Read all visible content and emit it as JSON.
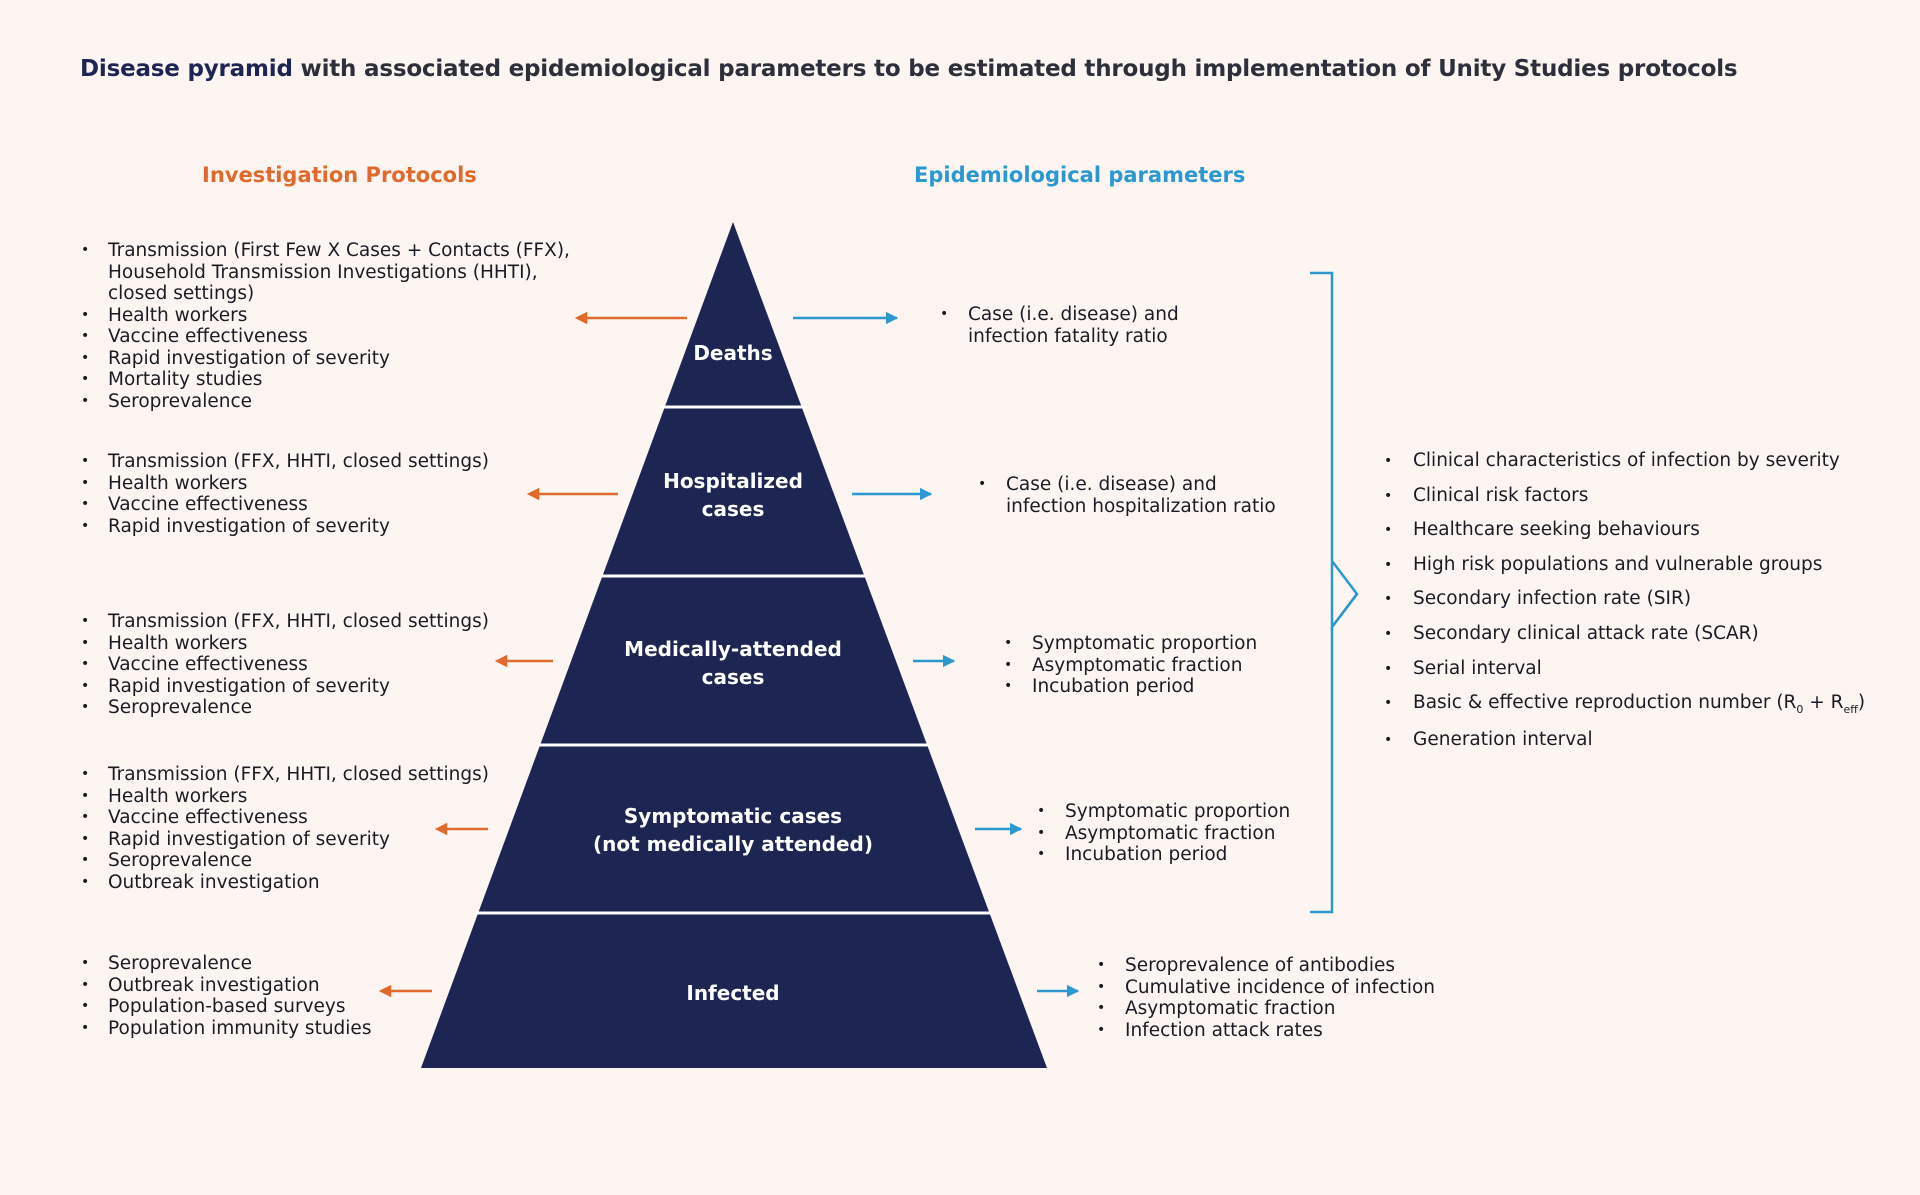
{
  "title": {
    "highlight": "Disease pyramid",
    "rest": " with associated epidemiological parameters to be estimated through implementation of Unity Studies protocols"
  },
  "headers": {
    "left": "Investigation Protocols",
    "right": "Epidemiological parameters"
  },
  "colors": {
    "background": "#fcf5f2",
    "pyramid": "#1d2553",
    "protocol_accent": "#e06a2c",
    "parameter_accent": "#2c98d0"
  },
  "tiers": [
    {
      "label_lines": [
        "Deaths"
      ],
      "protocols": [
        "Transmission (First Few X Cases + Contacts (FFX),",
        "Household Transmission Investigations (HHTI),",
        "closed settings)",
        "Health workers",
        "Vaccine effectiveness",
        "Rapid investigation of severity",
        "Mortality studies",
        "Seroprevalence"
      ],
      "parameters": [
        "Case (i.e. disease) and",
        "infection fatality ratio"
      ]
    },
    {
      "label_lines": [
        "Hospitalized",
        "cases"
      ],
      "protocols": [
        "Transmission (FFX, HHTI, closed settings)",
        "Health workers",
        "Vaccine effectiveness",
        "Rapid investigation of severity"
      ],
      "parameters": [
        "Case (i.e. disease) and",
        "infection hospitalization ratio"
      ]
    },
    {
      "label_lines": [
        "Medically-attended",
        "cases"
      ],
      "protocols": [
        "Transmission (FFX, HHTI, closed settings)",
        "Health workers",
        "Vaccine effectiveness",
        "Rapid investigation of severity",
        "Seroprevalence"
      ],
      "parameters": [
        "Symptomatic proportion",
        "Asymptomatic fraction",
        "Incubation period"
      ]
    },
    {
      "label_lines": [
        "Symptomatic cases",
        "(not medically attended)"
      ],
      "protocols": [
        "Transmission (FFX, HHTI, closed settings)",
        "Health workers",
        "Vaccine effectiveness",
        "Rapid investigation of severity",
        "Seroprevalence",
        "Outbreak investigation"
      ],
      "parameters": [
        "Symptomatic proportion",
        "Asymptomatic fraction",
        "Incubation period"
      ]
    },
    {
      "label_lines": [
        "Infected"
      ],
      "protocols": [
        "Seroprevalence",
        "Outbreak investigation",
        "Population-based surveys",
        "Population immunity studies"
      ],
      "parameters": [
        "Seroprevalence of antibodies",
        "Cumulative incidence of infection",
        "Asymptomatic fraction",
        "Infection attack rates"
      ]
    }
  ],
  "shared_parameters": [
    "Clinical characteristics of infection by severity",
    "Clinical risk factors",
    "Healthcare seeking behaviours",
    "High risk populations and vulnerable groups",
    "Secondary infection rate (SIR)",
    "Secondary clinical attack rate (SCAR)",
    "Serial interval",
    "Basic & effective reproduction number (R",
    "Generation interval"
  ],
  "reproduction_number": {
    "sub_basic": "0",
    "joiner": " + R",
    "sub_effective": "eff",
    "close": ")"
  }
}
